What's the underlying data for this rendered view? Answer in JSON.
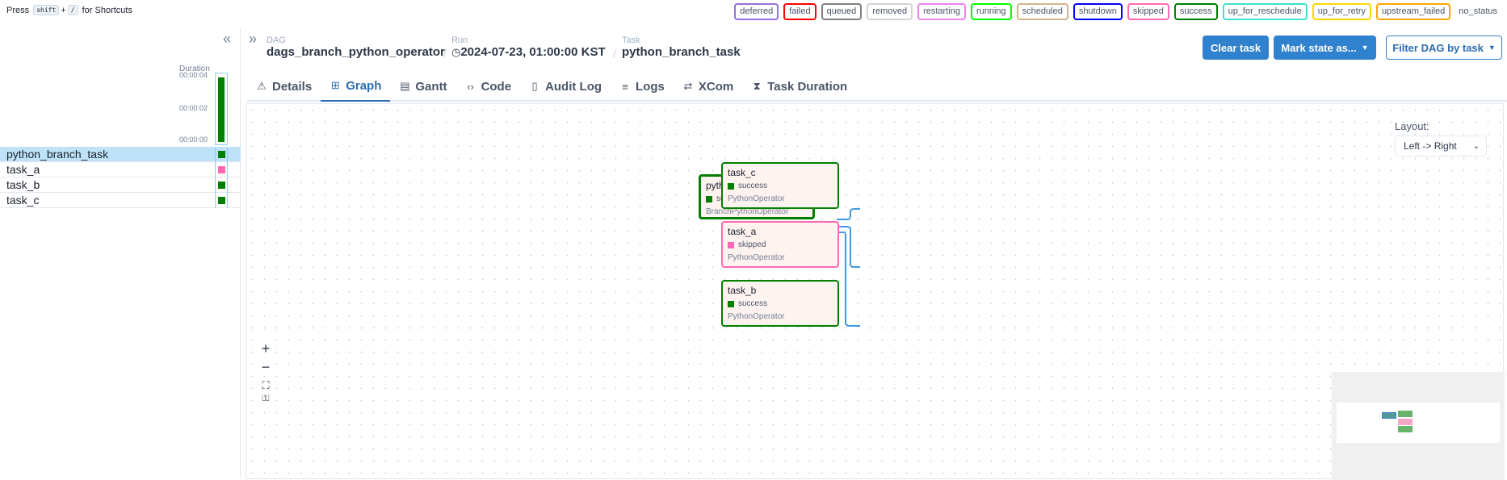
{
  "shortcuts": {
    "prefix": "Press",
    "key1": "shift",
    "plus": "+",
    "key2": "/",
    "suffix": "for Shortcuts"
  },
  "legend": [
    {
      "label": "deferred",
      "color": "#9370db"
    },
    {
      "label": "failed",
      "color": "#ff0000"
    },
    {
      "label": "queued",
      "color": "#808080"
    },
    {
      "label": "removed",
      "color": "#d3d3d3"
    },
    {
      "label": "restarting",
      "color": "#ee82ee"
    },
    {
      "label": "running",
      "color": "#00ff00"
    },
    {
      "label": "scheduled",
      "color": "#d2b48c"
    },
    {
      "label": "shutdown",
      "color": "#0000ff"
    },
    {
      "label": "skipped",
      "color": "#ff69b4"
    },
    {
      "label": "success",
      "color": "#008000"
    },
    {
      "label": "up_for_reschedule",
      "color": "#40e0d0"
    },
    {
      "label": "up_for_retry",
      "color": "#ffd700"
    },
    {
      "label": "upstream_failed",
      "color": "#ffa500"
    },
    {
      "label": "no_status",
      "color": "none"
    }
  ],
  "left_panel": {
    "duration_label": "Duration",
    "ticks": [
      "00:00:04",
      "00:00:02",
      "00:00:00"
    ],
    "run_duration_fraction": 0.98,
    "tasks": [
      {
        "name": "python_branch_task",
        "color": "#008000",
        "selected": true
      },
      {
        "name": "task_a",
        "color": "#ff69b4",
        "selected": false
      },
      {
        "name": "task_b",
        "color": "#008000",
        "selected": false
      },
      {
        "name": "task_c",
        "color": "#008000",
        "selected": false
      }
    ]
  },
  "breadcrumb": {
    "dag_label": "DAG",
    "dag_value": "dags_branch_python_operator",
    "run_label": "Run",
    "run_value": "2024-07-23, 01:00:00 KST",
    "task_label": "Task",
    "task_value": "python_branch_task",
    "separator": "/"
  },
  "actions": {
    "clear_task": "Clear task",
    "mark_state": "Mark state as...",
    "filter_dag": "Filter DAG by task"
  },
  "tabs": [
    {
      "label": "Details",
      "icon": "⚠",
      "icon_name": "warning-icon"
    },
    {
      "label": "Graph",
      "icon": "⊞",
      "icon_name": "graph-icon",
      "active": true
    },
    {
      "label": "Gantt",
      "icon": "▤",
      "icon_name": "gantt-icon"
    },
    {
      "label": "Code",
      "icon": "‹›",
      "icon_name": "code-icon"
    },
    {
      "label": "Audit Log",
      "icon": "▯",
      "icon_name": "file-icon"
    },
    {
      "label": "Logs",
      "icon": "≡",
      "icon_name": "list-icon"
    },
    {
      "label": "XCom",
      "icon": "⇄",
      "icon_name": "exchange-icon"
    },
    {
      "label": "Task Duration",
      "icon": "⧗",
      "icon_name": "hourglass-icon"
    }
  ],
  "graph": {
    "layout_label": "Layout:",
    "layout_value": "Left -> Right",
    "nodes": [
      {
        "id": "python_branch_task",
        "name": "python_branch_task",
        "state": "success",
        "state_color": "#008000",
        "operator": "BranchPythonOperator",
        "border": "#008000",
        "selected": true
      },
      {
        "id": "task_c",
        "name": "task_c",
        "state": "success",
        "state_color": "#008000",
        "operator": "PythonOperator",
        "border": "#008000"
      },
      {
        "id": "task_a",
        "name": "task_a",
        "state": "skipped",
        "state_color": "#ff69b4",
        "operator": "PythonOperator",
        "border": "#ff69b4"
      },
      {
        "id": "task_b",
        "name": "task_b",
        "state": "success",
        "state_color": "#008000",
        "operator": "PythonOperator",
        "border": "#008000"
      }
    ],
    "zoom": {
      "in": "+",
      "out": "−",
      "fit": "⛶"
    }
  }
}
